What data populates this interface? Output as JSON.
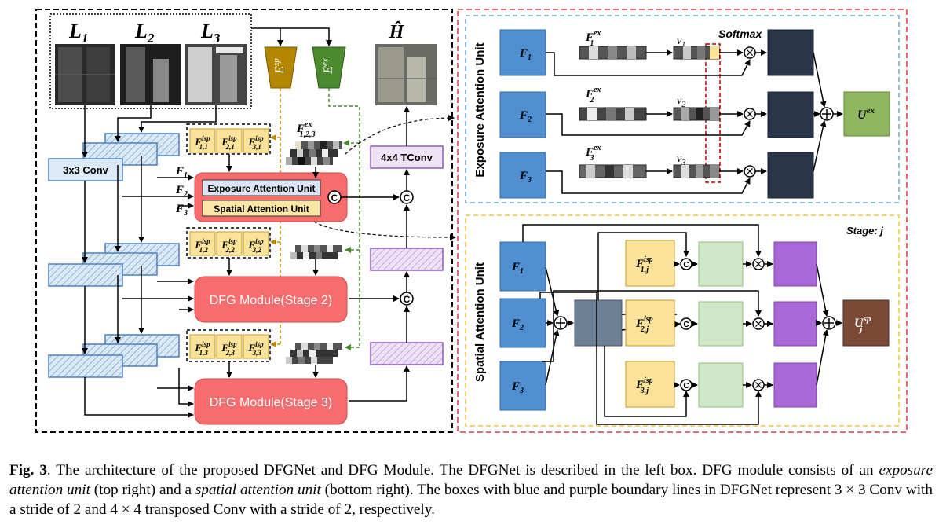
{
  "figure": {
    "inputs": {
      "l1": "L",
      "l1_sub": "1",
      "l2": "L",
      "l2_sub": "2",
      "l3": "L",
      "l3_sub": "3"
    },
    "output": "Ĥ",
    "encoders": {
      "sp": "E",
      "sp_sup": "sp",
      "ex": "E",
      "ex_sup": "ex"
    },
    "conv_label": "3x3 Conv",
    "tconv_label": "4x4 TConv",
    "f_labels": {
      "f1": "F",
      "f1_sub": "1",
      "f2": "F",
      "f2_sub": "2",
      "f3": "F",
      "f3_sub": "3"
    },
    "isp_stage1": [
      {
        "sub": "1,1"
      },
      {
        "sub": "2,1"
      },
      {
        "sub": "3,1"
      }
    ],
    "isp_stage2": [
      {
        "sub": "1,2"
      },
      {
        "sub": "2,2"
      },
      {
        "sub": "3,2"
      }
    ],
    "isp_stage3": [
      {
        "sub": "1,3"
      },
      {
        "sub": "2,3"
      },
      {
        "sub": "3,3"
      }
    ],
    "isp_main": "F",
    "isp_sup": "isp",
    "fex_main": "F",
    "fex_sup": "ex",
    "fex_sub": "1,2,3",
    "dfg_stage1": {
      "exposure": "Exposure Attention Unit",
      "spatial": "Spatial Attention Unit"
    },
    "dfg_stage2": "DFG Module(Stage 2)",
    "dfg_stage3": "DFG Module(Stage 3)",
    "concat_symbol": "C",
    "exposure_unit": {
      "title": "Exposure Attention Unit",
      "softmax": "Softmax",
      "f": [
        "F",
        "F",
        "F"
      ],
      "f_subs": [
        "1",
        "2",
        "3"
      ],
      "fex": [
        "F",
        "F",
        "F"
      ],
      "fex_subs": [
        "1",
        "2",
        "3"
      ],
      "fex_sup": "ex",
      "v": [
        "v",
        "v",
        "v"
      ],
      "v_subs": [
        "1",
        "2",
        "3"
      ],
      "output": "U",
      "output_sup": "ex"
    },
    "spatial_unit": {
      "title": "Spatial Attention Unit",
      "stage": "Stage: j",
      "f": [
        "F",
        "F",
        "F"
      ],
      "f_subs": [
        "1",
        "2",
        "3"
      ],
      "isp": [
        "F",
        "F",
        "F"
      ],
      "isp_subs": [
        "1,j",
        "2,j",
        "3,j"
      ],
      "isp_sup": "isp",
      "output": "U",
      "output_sup": "sp",
      "output_sub": "j"
    }
  },
  "caption": {
    "label": "Fig. 3",
    "part1": ". The architecture of the proposed DFGNet and DFG Module. The DFGNet is described in the left box. DFG module consists of an ",
    "em1": "exposure attention unit",
    "part2": " (top right) and a ",
    "em2": "spatial attention unit",
    "part3": " (bottom right). The boxes with blue and purple boundary lines in DFGNet represent 3 × 3 Conv with a stride of 2 and 4 × 4 transposed Conv with a stride of 2, respectively."
  }
}
